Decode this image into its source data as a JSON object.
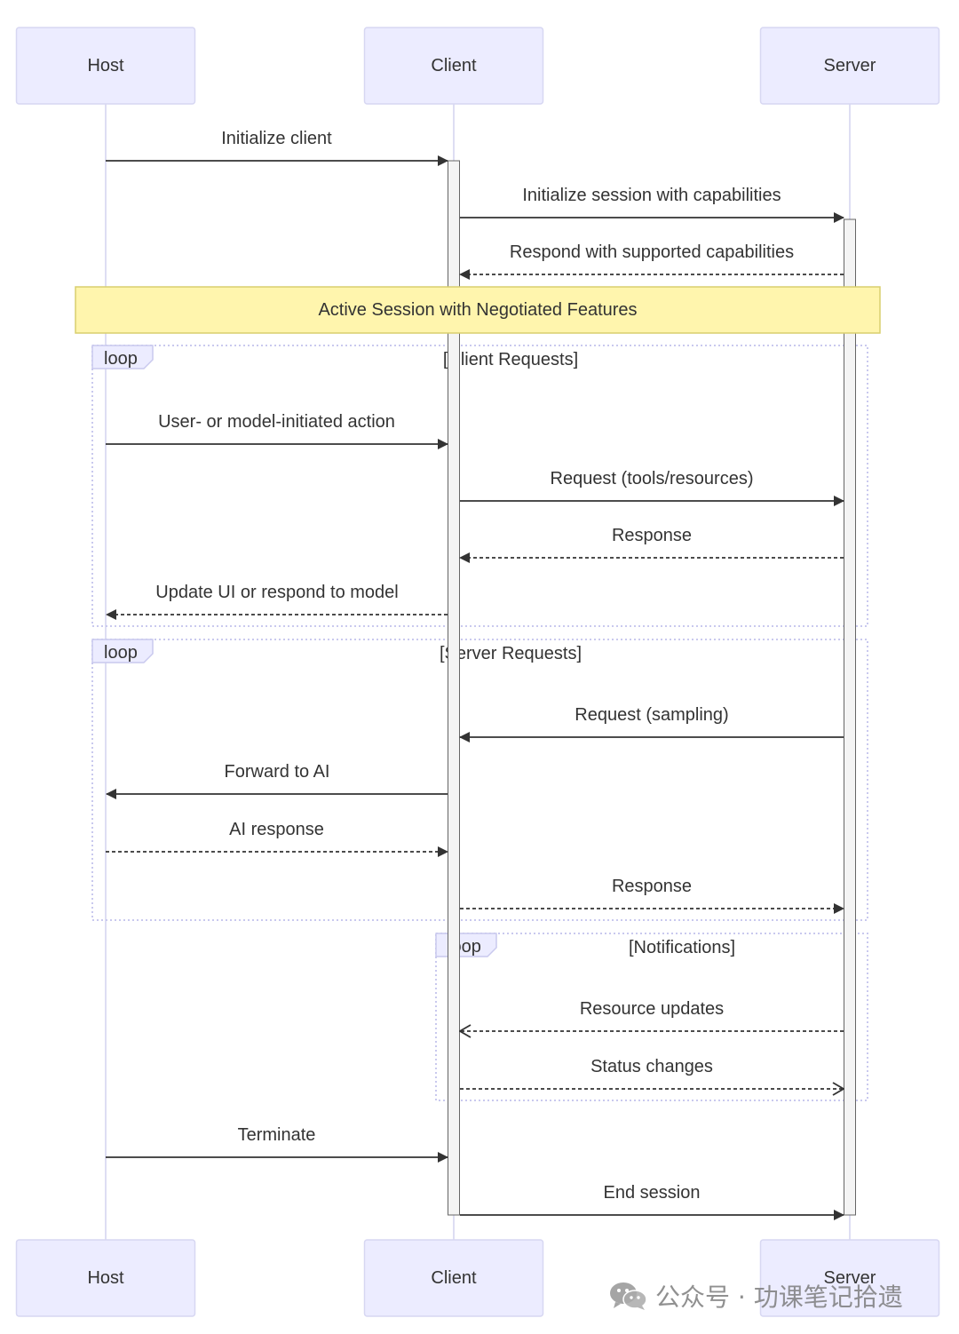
{
  "participants": [
    {
      "id": "host",
      "label": "Host"
    },
    {
      "id": "client",
      "label": "Client"
    },
    {
      "id": "server",
      "label": "Server"
    }
  ],
  "messages": [
    {
      "id": "m1",
      "from": "host",
      "to": "client",
      "text": "Initialize client",
      "style": "solid"
    },
    {
      "id": "m2",
      "from": "client",
      "to": "server",
      "text": "Initialize session with capabilities",
      "style": "solid"
    },
    {
      "id": "m3",
      "from": "server",
      "to": "client",
      "text": "Respond with supported capabilities",
      "style": "dashed"
    },
    {
      "id": "m4",
      "from": "host",
      "to": "client",
      "text": "User- or model-initiated action",
      "style": "solid"
    },
    {
      "id": "m5",
      "from": "client",
      "to": "server",
      "text": "Request (tools/resources)",
      "style": "solid"
    },
    {
      "id": "m6",
      "from": "server",
      "to": "client",
      "text": "Response",
      "style": "dashed"
    },
    {
      "id": "m7",
      "from": "client",
      "to": "host",
      "text": "Update UI or respond to model",
      "style": "dashed"
    },
    {
      "id": "m8",
      "from": "server",
      "to": "client",
      "text": "Request (sampling)",
      "style": "solid"
    },
    {
      "id": "m9",
      "from": "client",
      "to": "host",
      "text": "Forward to AI",
      "style": "solid"
    },
    {
      "id": "m10",
      "from": "host",
      "to": "client",
      "text": "AI response",
      "style": "dashed"
    },
    {
      "id": "m11",
      "from": "client",
      "to": "server",
      "text": "Response",
      "style": "dashed"
    },
    {
      "id": "m12",
      "from": "server",
      "to": "client",
      "text": "Resource updates",
      "style": "dashed-async"
    },
    {
      "id": "m13",
      "from": "client",
      "to": "server",
      "text": "Status changes",
      "style": "dashed-async"
    },
    {
      "id": "m14",
      "from": "host",
      "to": "client",
      "text": "Terminate",
      "style": "solid"
    },
    {
      "id": "m15",
      "from": "client",
      "to": "server",
      "text": "End session",
      "style": "solid"
    }
  ],
  "note": {
    "text": "Active Session with Negotiated Features"
  },
  "loops": [
    {
      "id": "loop-client-requests",
      "keyword": "loop",
      "condition": "[Client Requests]"
    },
    {
      "id": "loop-server-requests",
      "keyword": "loop",
      "condition": "[Server Requests]"
    },
    {
      "id": "loop-notifications",
      "keyword": "loop",
      "condition": "[Notifications]"
    }
  ],
  "watermark": {
    "text": "公众号 · 功课笔记拾遗"
  },
  "colors": {
    "actor_fill": "#ECECFF",
    "actor_stroke": "#D7D7F2",
    "lifeline": "#D6D6F0",
    "activation_fill": "#F4F4F4",
    "activation_stroke": "#666666",
    "arrow": "#333333",
    "note_fill": "#FFF5AD",
    "note_stroke": "#D9CF6E",
    "loop_stroke": "#C9C9EE",
    "loop_label_fill": "#ECECFF",
    "text": "#333333"
  }
}
